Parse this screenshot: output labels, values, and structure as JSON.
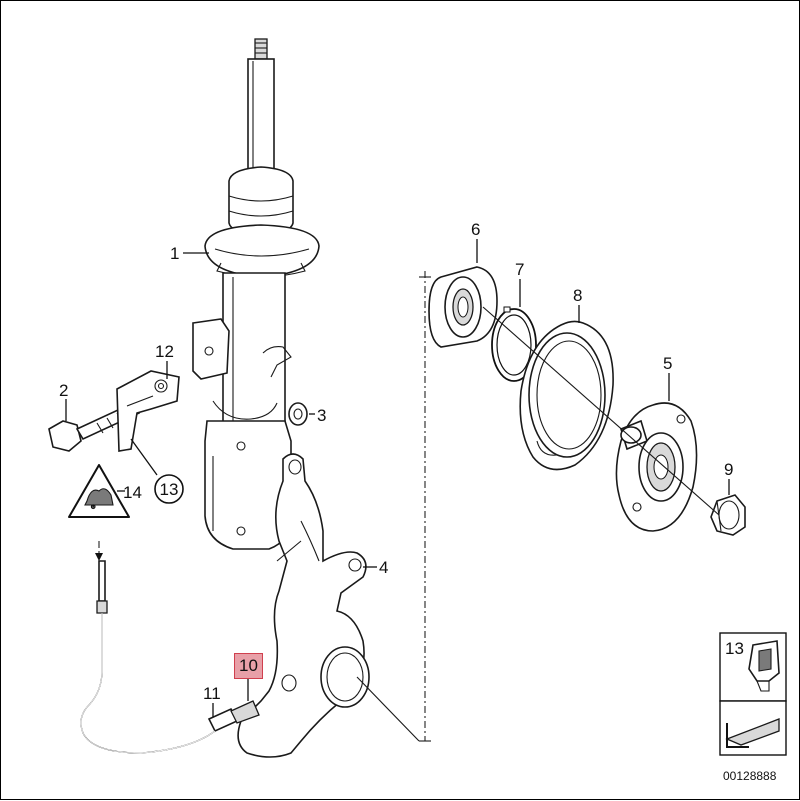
{
  "diagram": {
    "part_labels": {
      "p1": "1",
      "p2": "2",
      "p3": "3",
      "p4": "4",
      "p5": "5",
      "p6": "6",
      "p7": "7",
      "p8": "8",
      "p9": "9",
      "p10": "10",
      "p11": "11",
      "p12": "12",
      "p13": "13",
      "p14": "14"
    },
    "inset_label": "13",
    "reference_number": "00128888",
    "highlight_color": "#e8a0a8",
    "line_color": "#1a1a1a"
  }
}
